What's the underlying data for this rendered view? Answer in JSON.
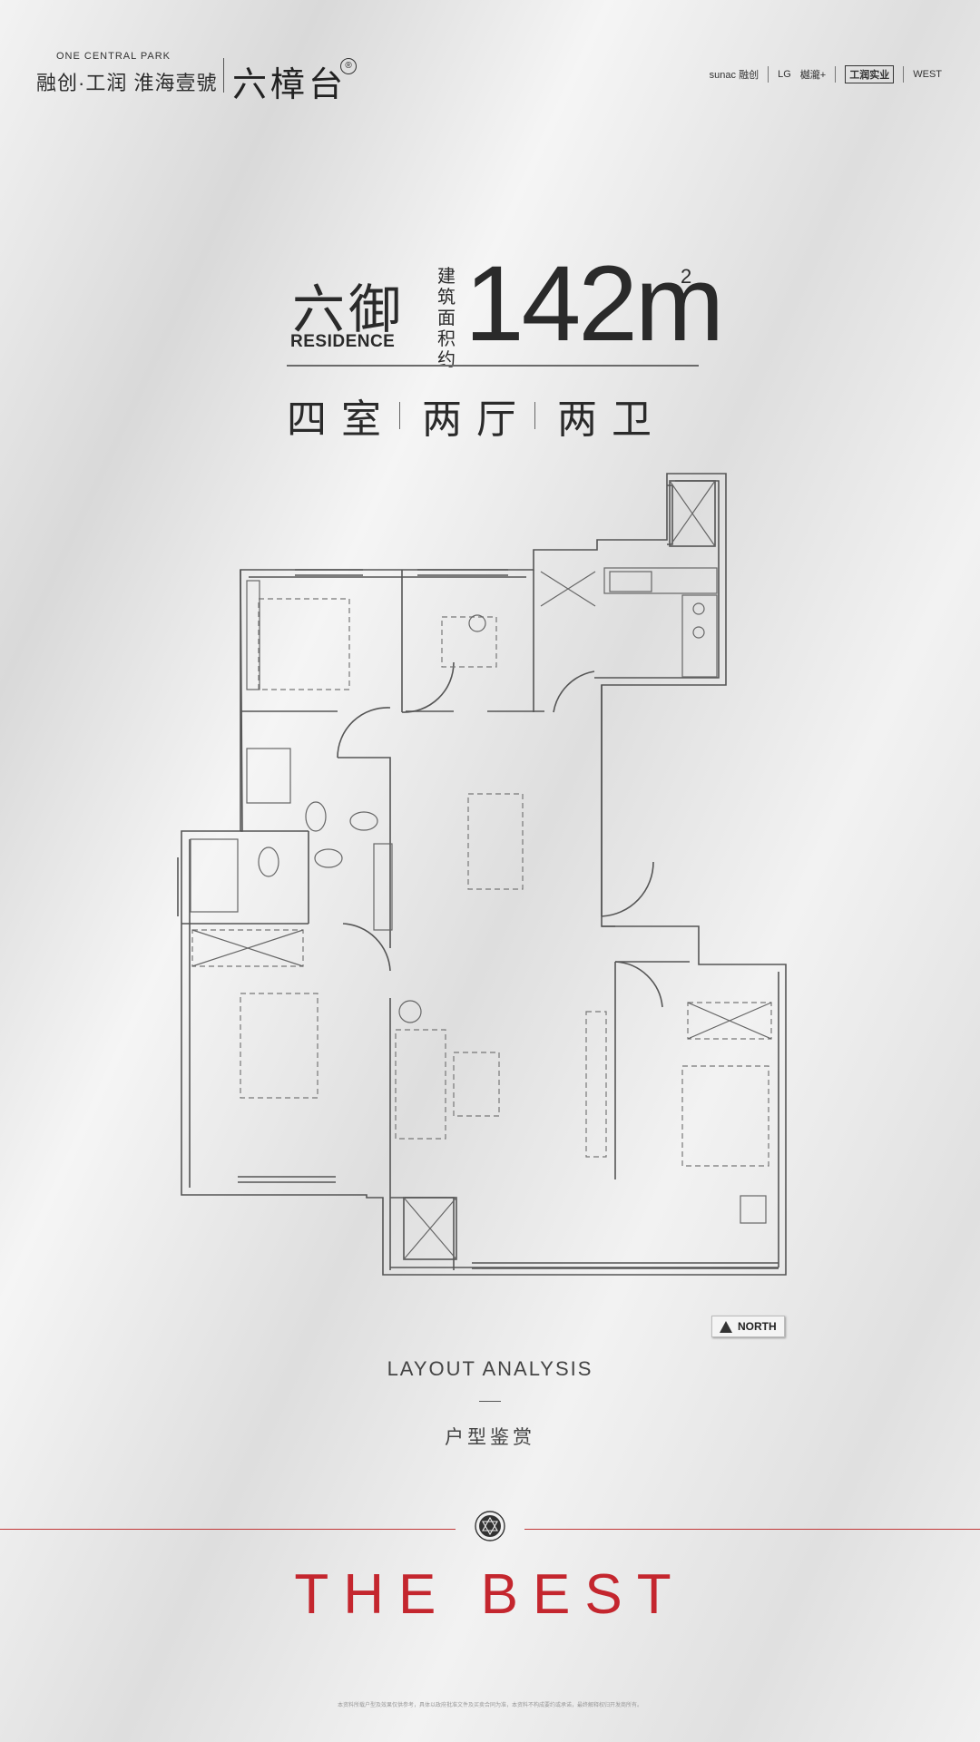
{
  "header": {
    "project_en": "ONE CENTRAL PARK",
    "project_cn": "融创·工润 淮海壹號",
    "project_name": "六樟台",
    "project_mark": "®",
    "partner_logos": [
      "sunac 融创",
      "LG",
      "樾瀧+",
      "工润实业",
      "WEST"
    ]
  },
  "title": {
    "residence_cn": "六御",
    "residence_en": "RESIDENCE",
    "area_label": "建筑面积约",
    "area_value": "142m",
    "area_unit_sup": "2",
    "rooms": [
      "四室",
      "两厅",
      "两卫"
    ]
  },
  "plan": {
    "compass_label": "NORTH"
  },
  "section": {
    "title_en": "LAYOUT ANALYSIS",
    "title_cn": "户型鉴赏"
  },
  "footer": {
    "tagline": "THE BEST",
    "disclaimer": "本资料所载户型及效果仅供参考，具体以政府批准文件及买卖合同为准，本资料不构成要约或承诺，最终解释权归开发商所有。",
    "accent_color": "#c4262e"
  }
}
